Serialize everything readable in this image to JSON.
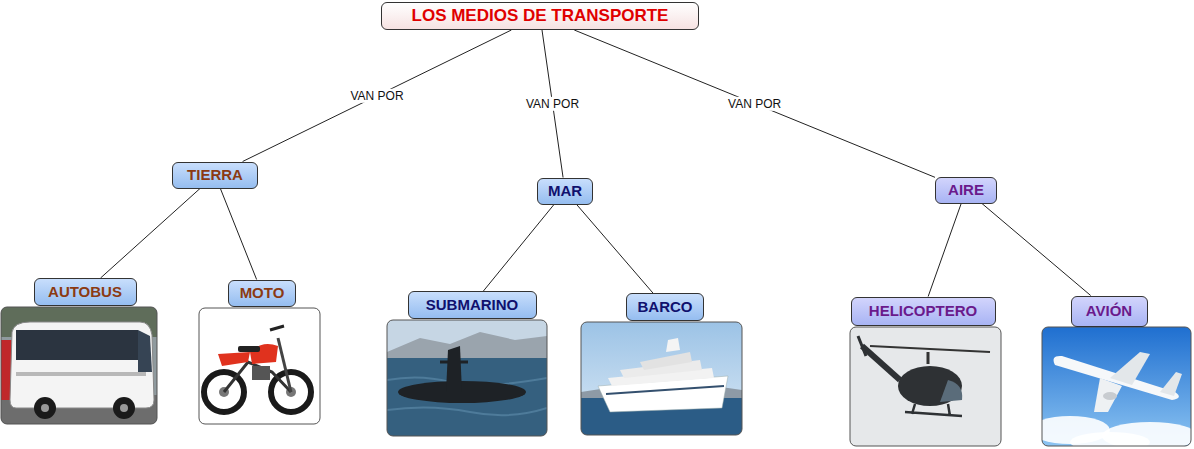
{
  "diagram": {
    "nodes": [
      {
        "text": [
          "LOS MEDIOS DE TRANSPORTE"
        ]
      },
      {
        "text": [
          "TIERRA"
        ]
      },
      {
        "text": [
          "MAR"
        ]
      },
      {
        "text": [
          "AIRE"
        ]
      },
      {
        "text": [
          "AUTOBUS"
        ]
      },
      {
        "text": [
          "MOTO"
        ]
      },
      {
        "text": [
          "SUBMARINO"
        ]
      },
      {
        "text": [
          "BARCO"
        ]
      },
      {
        "text": [
          "HELICOPTERO"
        ]
      },
      {
        "text": [
          "AVIÓN"
        ]
      }
    ],
    "edges": [
      {
        "from": 0,
        "to": 1,
        "label": "VAN POR",
        "arrow": "none"
      },
      {
        "from": 0,
        "to": 2,
        "label": "VAN POR",
        "arrow": "none"
      },
      {
        "from": 0,
        "to": 3,
        "label": "VAN POR",
        "arrow": "none"
      },
      {
        "from": 1,
        "to": 4,
        "arrow": "none"
      },
      {
        "from": 1,
        "to": 5,
        "arrow": "none"
      },
      {
        "from": 2,
        "to": 6,
        "arrow": "none"
      },
      {
        "from": 2,
        "to": 7,
        "arrow": "none"
      },
      {
        "from": 3,
        "to": 8,
        "arrow": "none"
      },
      {
        "from": 3,
        "to": 9,
        "arrow": "none"
      }
    ]
  }
}
